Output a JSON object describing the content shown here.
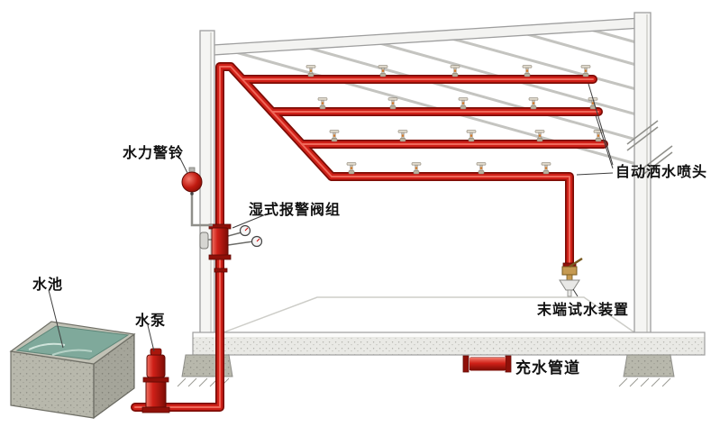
{
  "labels": {
    "water_pool": "水池",
    "water_pump": "水泵",
    "hydraulic_alarm_bell": "水力警铃",
    "wet_alarm_valve_assembly": "湿式报警阀组",
    "auto_sprinkler_heads": "自动洒水喷头",
    "end_test_device": "末端试水装置"
  },
  "legend": {
    "water_filled_pipe": "充水管道"
  },
  "colors": {
    "pipe_red": "#cf2018",
    "pipe_dark": "#7d0c05",
    "pipe_highlight": "#f0685a",
    "water_teal": "#7fa99b",
    "structure_gray": "#9e9e9e",
    "brass": "#c59a52"
  }
}
